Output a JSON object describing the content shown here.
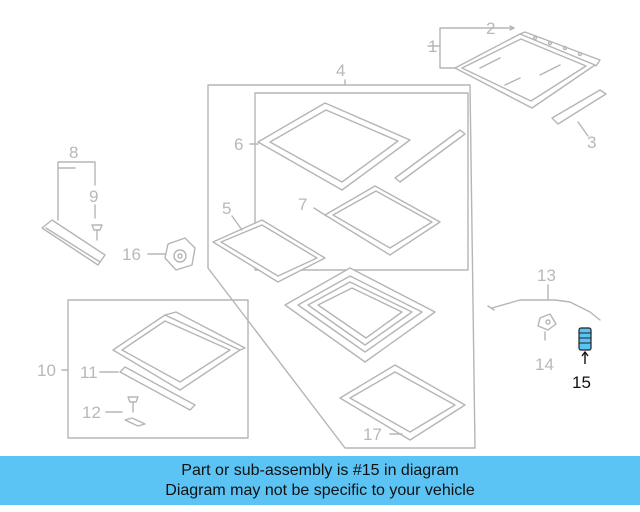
{
  "diagram": {
    "callouts": [
      "1",
      "2",
      "3",
      "4",
      "5",
      "6",
      "7",
      "8",
      "9",
      "10",
      "11",
      "12",
      "13",
      "14",
      "15",
      "16",
      "17"
    ],
    "highlighted_part": "15",
    "colors": {
      "line": "#b5b5b5",
      "highlight_part": "#5bc4f5",
      "highlight_text": "#111111",
      "banner": "#5bc4f5"
    }
  },
  "caption": {
    "line1": "Part or sub-assembly is #15 in diagram",
    "line2": "Diagram may not be specific to your vehicle"
  }
}
